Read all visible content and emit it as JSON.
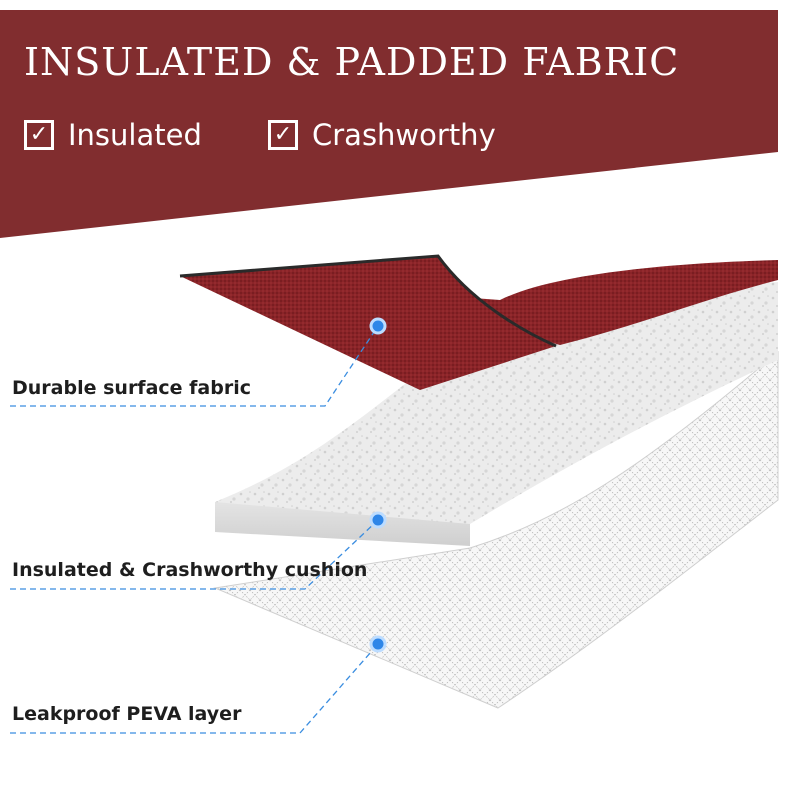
{
  "header": {
    "title": "INSULATED & PADDED FABRIC",
    "checks": [
      {
        "label": "Insulated",
        "icon": "checkbox-icon"
      },
      {
        "label": "Crashworthy",
        "icon": "checkbox-icon"
      }
    ],
    "check_mark": "✓"
  },
  "layers": [
    {
      "label": "Durable surface fabric"
    },
    {
      "label": "Insulated & Crashworthy cushion"
    },
    {
      "label": "Leakproof PEVA layer"
    }
  ],
  "colors": {
    "banner": "#812d2f",
    "fabric": "#8a2428",
    "fabric_dark": "#5c1518",
    "foam": "#ededed",
    "mesh": "#f6f6f6",
    "callout_line": "#3a8de0",
    "callout_dot": "#2e86e8"
  }
}
